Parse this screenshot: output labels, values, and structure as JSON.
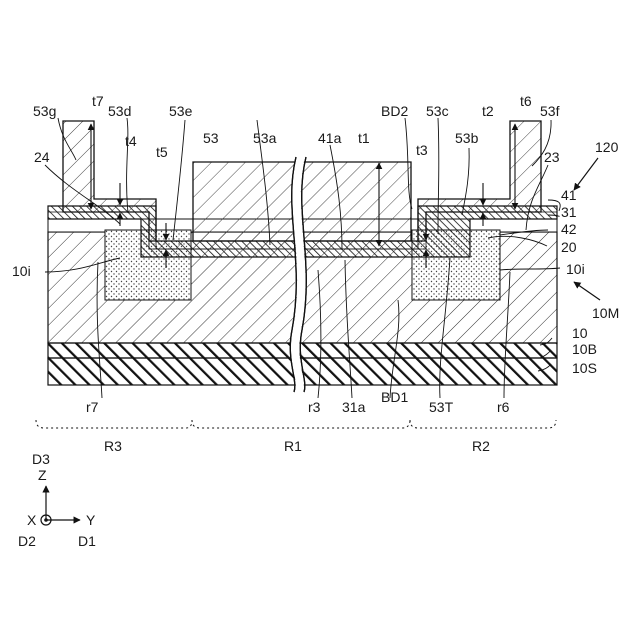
{
  "figure": {
    "ref_numeral": "120",
    "part_labels": {
      "l53g": "53g",
      "l53d": "53d",
      "l53e": "53e",
      "l53": "53",
      "l53a": "53a",
      "l41a": "41a",
      "l53c": "53c",
      "l53b": "53b",
      "l53f": "53f",
      "l24": "24",
      "l23": "23",
      "l41": "41",
      "l31": "31",
      "l42": "42",
      "l20": "20",
      "l10i_left": "10i",
      "l10i_right": "10i",
      "l10M": "10M",
      "l10": "10",
      "l10B": "10B",
      "l10S": "10S",
      "r7": "r7",
      "r3": "r3",
      "l31a": "31a",
      "BD1": "BD1",
      "l53T": "53T",
      "r6": "r6",
      "BD2": "BD2"
    },
    "dimension_labels": {
      "t1": "t1",
      "t2": "t2",
      "t3": "t3",
      "t4": "t4",
      "t5": "t5",
      "t6": "t6",
      "t7": "t7"
    },
    "regions": {
      "R1": "R1",
      "R2": "R2",
      "R3": "R3"
    },
    "axes": {
      "D3": "D3",
      "Z": "Z",
      "X": "X",
      "Y": "Y",
      "D2": "D2",
      "D1": "D1"
    }
  }
}
